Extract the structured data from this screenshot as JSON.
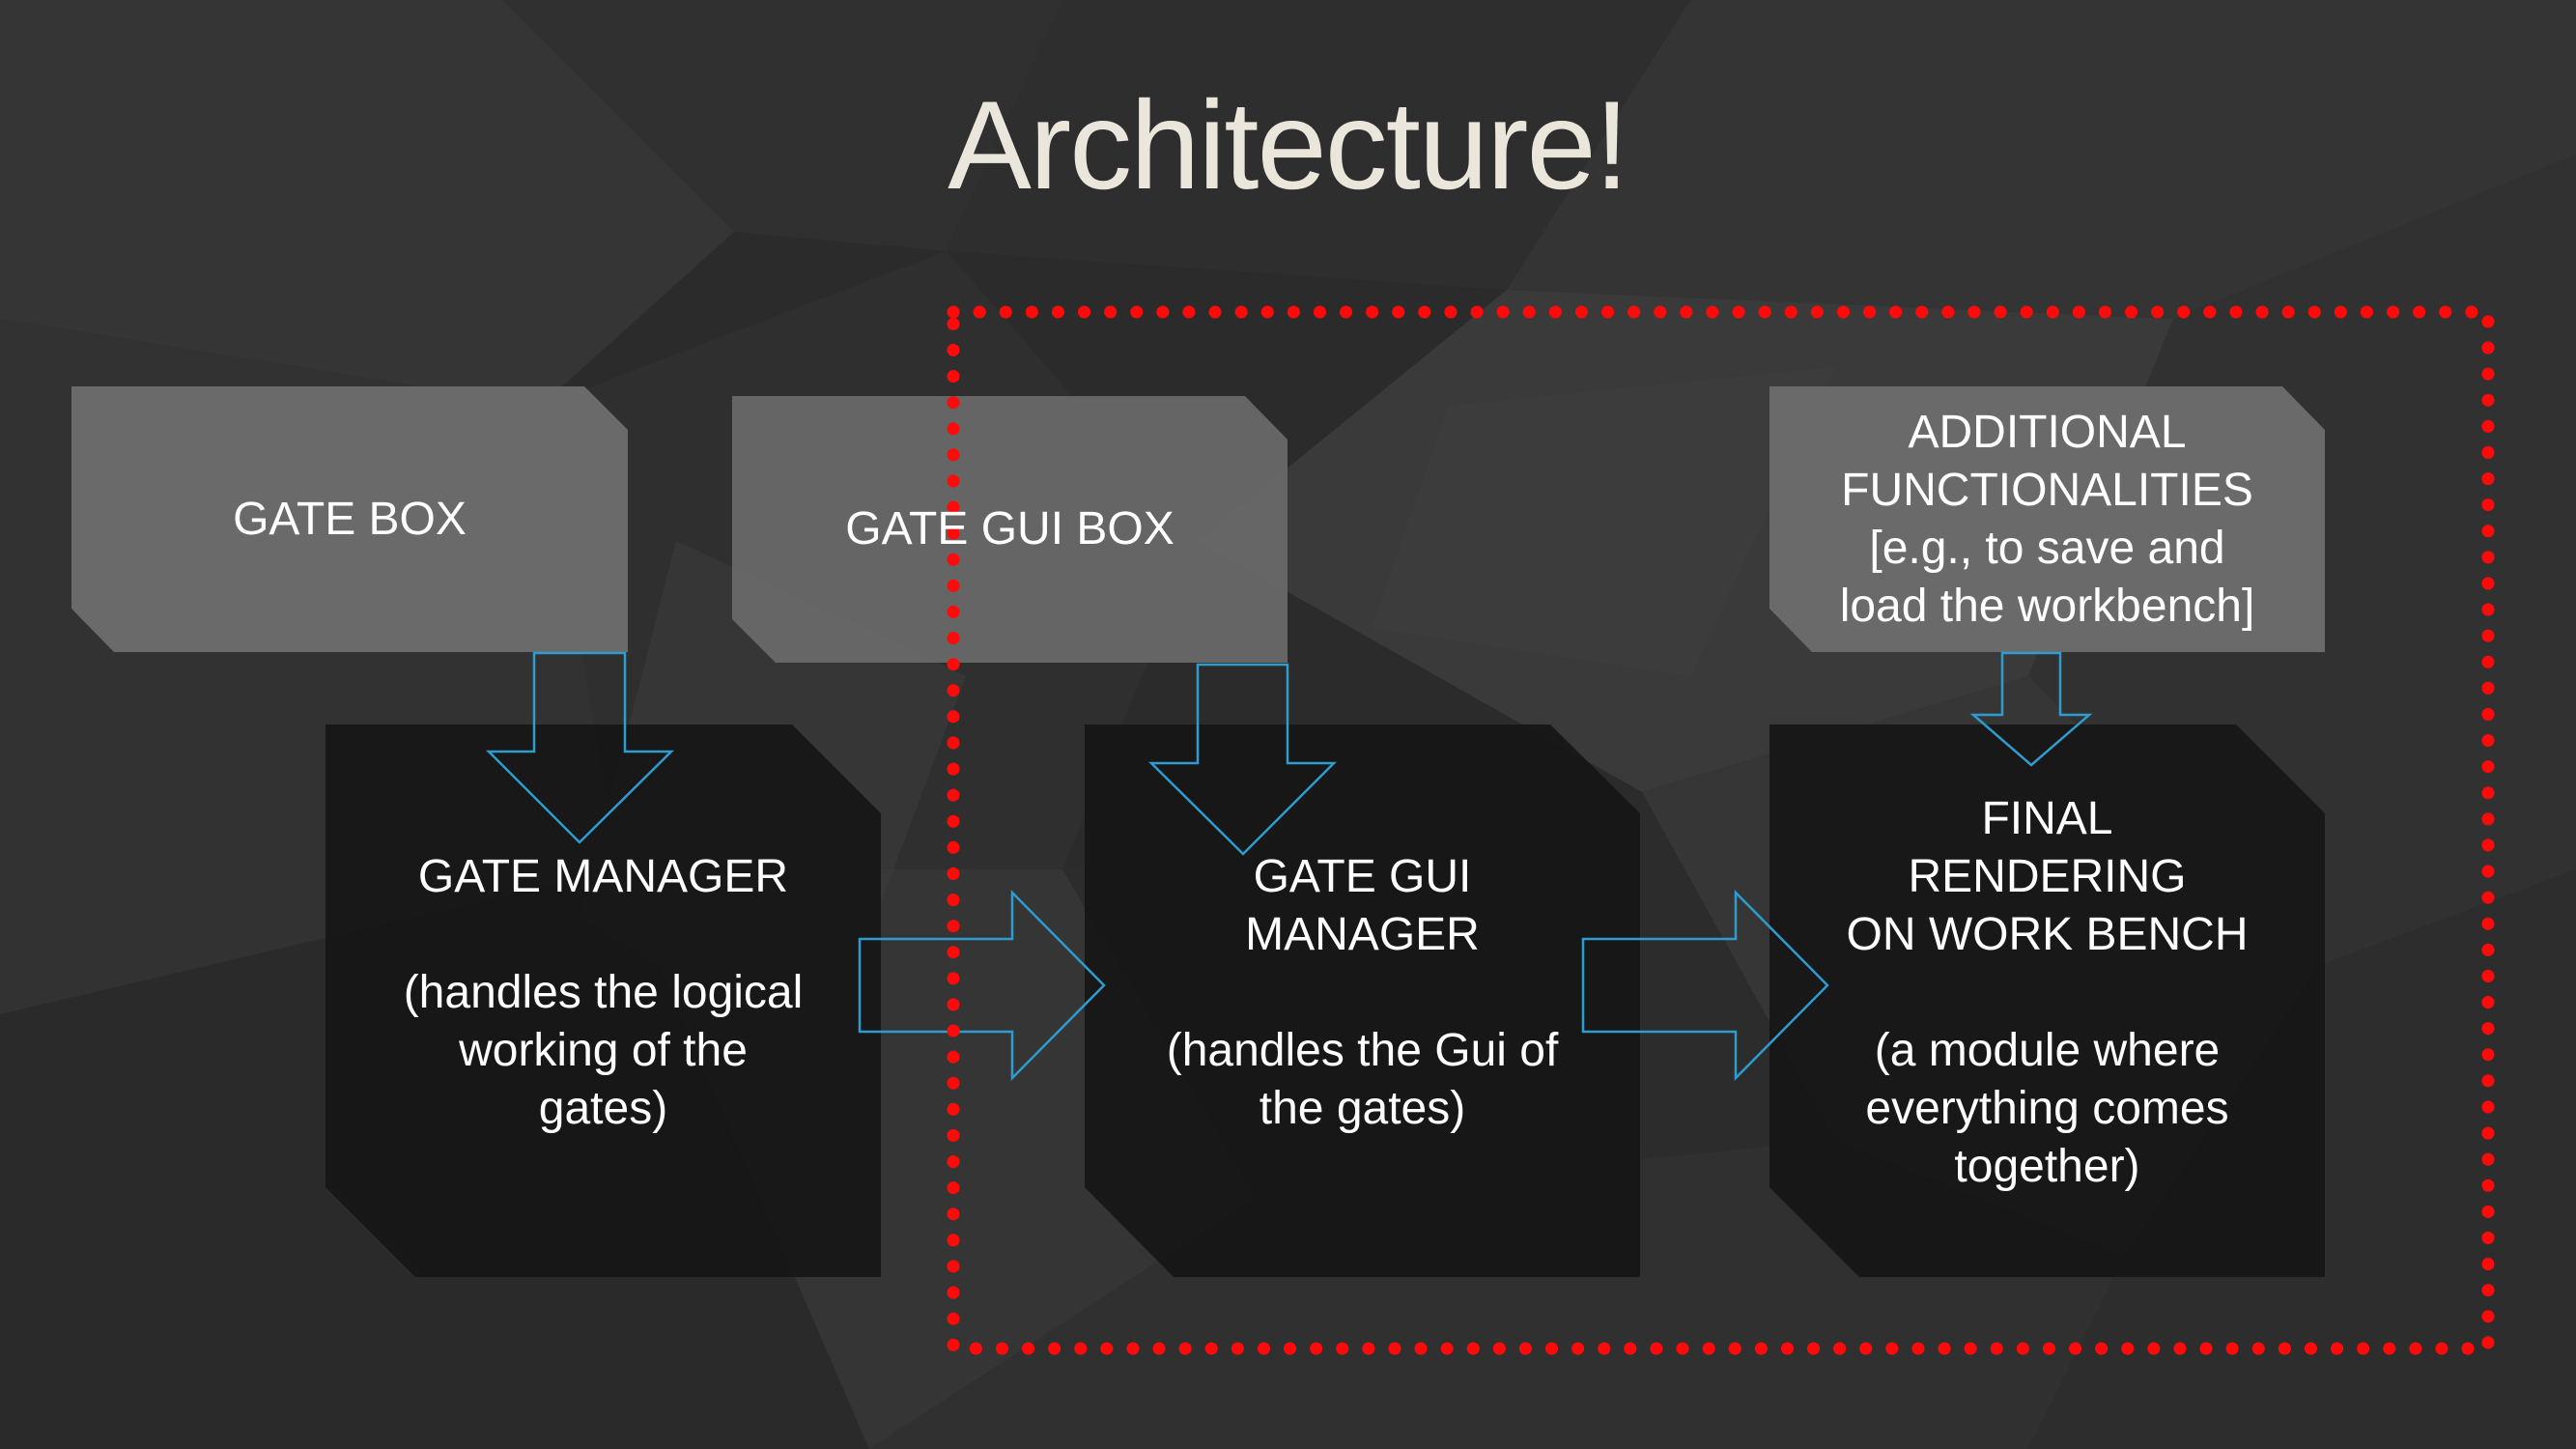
{
  "slide": {
    "title": "Architecture!"
  },
  "boxes": {
    "gate_box": "GATE BOX",
    "gate_gui_box": "GATE GUI BOX",
    "additional": "ADDITIONAL\nFUNCTIONALITIES\n[e.g., to save and\nload the workbench]",
    "gate_manager": "GATE MANAGER\n\n(handles the logical\nworking of the\ngates)",
    "gate_gui_manager": "GATE GUI\nMANAGER\n\n(handles the Gui of\nthe gates)",
    "final_rendering": "FINAL\nRENDERING\nON WORK BENCH\n\n(a module where\neverything comes\ntogether)"
  },
  "colors": {
    "background": "#2b2b2b",
    "top_box_fill": "#6a6a6a",
    "manager_box_fill": "#161616",
    "arrow_stroke": "#2e9ccf",
    "dotted_border": "#ff0a0a",
    "title_text": "#ebe6dc",
    "box_text": "#ffffff"
  }
}
